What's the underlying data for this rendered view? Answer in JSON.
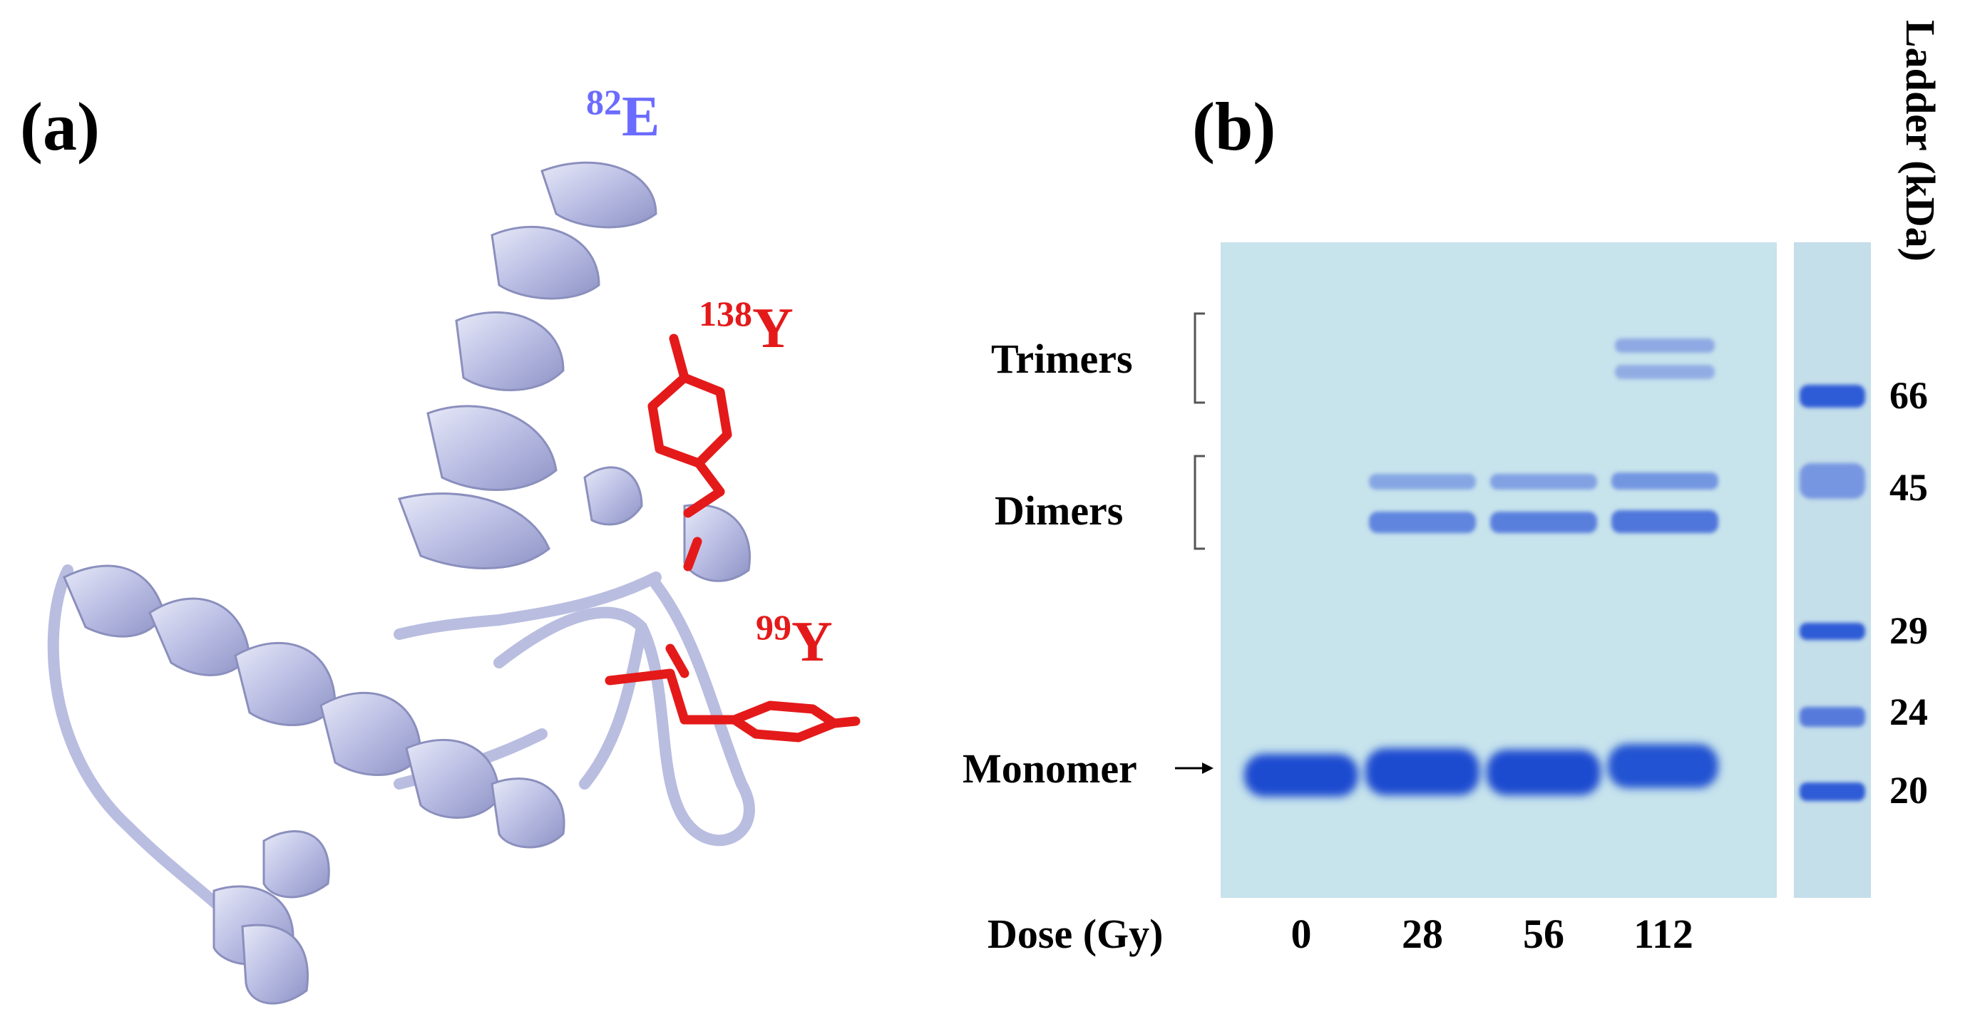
{
  "panel_a": {
    "label": "(a)",
    "residues": [
      {
        "number": "82",
        "letter": "E",
        "color": "#6b6bff"
      },
      {
        "number": "138",
        "letter": "Y",
        "color": "#e41a1a"
      },
      {
        "number": "99",
        "letter": "Y",
        "color": "#e41a1a"
      }
    ],
    "ribbon_color": "#c8cbeb"
  },
  "panel_b": {
    "label": "(b)",
    "band_labels": {
      "trimers": "Trimers",
      "dimers": "Dimers",
      "monomer": "Monomer"
    },
    "dose_title": "Dose (Gy)",
    "doses": [
      "0",
      "28",
      "56",
      "112"
    ],
    "ladder_title": "Ladder (kDa)",
    "ladder_marks": [
      "66",
      "45",
      "29",
      "24",
      "20"
    ],
    "gel_background": "#c7e3ec",
    "band_color": "#1d4bd0"
  }
}
